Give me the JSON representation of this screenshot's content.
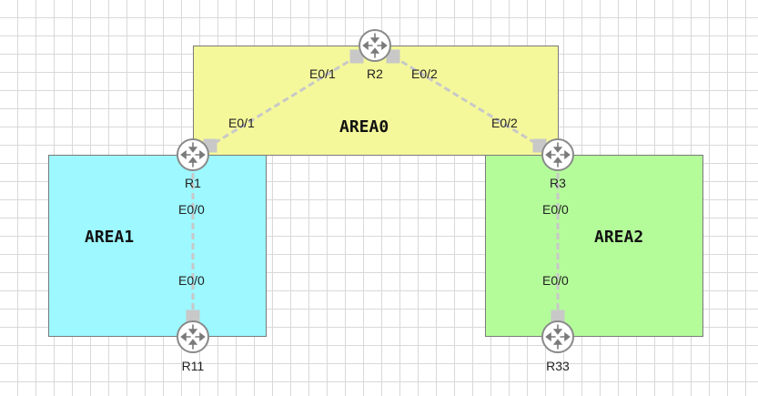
{
  "areas": {
    "area0": "AREA0",
    "area1": "AREA1",
    "area2": "AREA2"
  },
  "routers": {
    "r1": "R1",
    "r2": "R2",
    "r3": "R3",
    "r11": "R11",
    "r33": "R33"
  },
  "interfaces": {
    "r2_to_r1": "E0/1",
    "r1_to_r2": "E0/1",
    "r2_to_r3": "E0/2",
    "r3_to_r2": "E0/2",
    "r1_to_r11": "E0/0",
    "r11_to_r1": "E0/0",
    "r3_to_r33": "E0/0",
    "r33_to_r3": "E0/0"
  },
  "icon": "router-icon",
  "colors": {
    "area0": "#f4f89a",
    "area1": "#9df8ff",
    "area2": "#b4fc9a",
    "link": "#c8c8c8",
    "router_border": "#8a8a8a"
  }
}
